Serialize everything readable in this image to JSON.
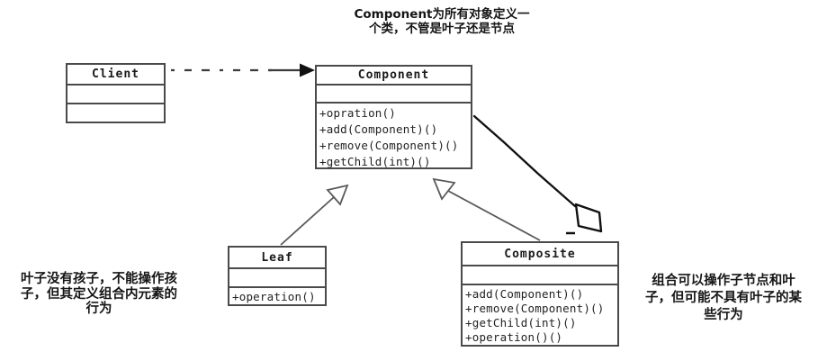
{
  "annotations": {
    "top_note": {
      "lines": [
        "Component为所有对象定义一",
        "个类，不管是叶子还是节点"
      ]
    },
    "left_note": {
      "lines": [
        "叶子没有孩子，不能操作孩",
        "子，但其定义组合内元素的",
        "行为"
      ]
    },
    "right_note": {
      "lines": [
        "组合可以操作子节点和叶",
        "子，但可能不具有叶子的某",
        "些行为"
      ]
    }
  },
  "classes": {
    "client": {
      "name": "Client",
      "methods": []
    },
    "component": {
      "name": "Component",
      "methods": [
        "+opration()",
        "+add(Component)()",
        "+remove(Component)()",
        "+getChild(int)()"
      ]
    },
    "leaf": {
      "name": "Leaf",
      "methods": [
        "+operation()"
      ]
    },
    "composite": {
      "name": "Composite",
      "methods": [
        "+add(Component)()",
        "+remove(Component)()",
        "+getChild(int)()",
        "+operation()()"
      ]
    }
  },
  "relationships": [
    {
      "type": "dependency",
      "from": "Client",
      "to": "Component",
      "style": "dashed-line-solid-arrowhead"
    },
    {
      "type": "inheritance",
      "from": "Leaf",
      "to": "Component",
      "style": "hollow-triangle"
    },
    {
      "type": "inheritance",
      "from": "Composite",
      "to": "Component",
      "style": "hollow-triangle"
    },
    {
      "type": "aggregation",
      "from": "Component",
      "to": "Composite",
      "style": "hollow-diamond"
    }
  ],
  "colors": {
    "background": "#ffffff",
    "box_border": "#4a4a4a",
    "connector": "#555555",
    "dark_connector": "#111111",
    "text": "#1a1a1a"
  }
}
